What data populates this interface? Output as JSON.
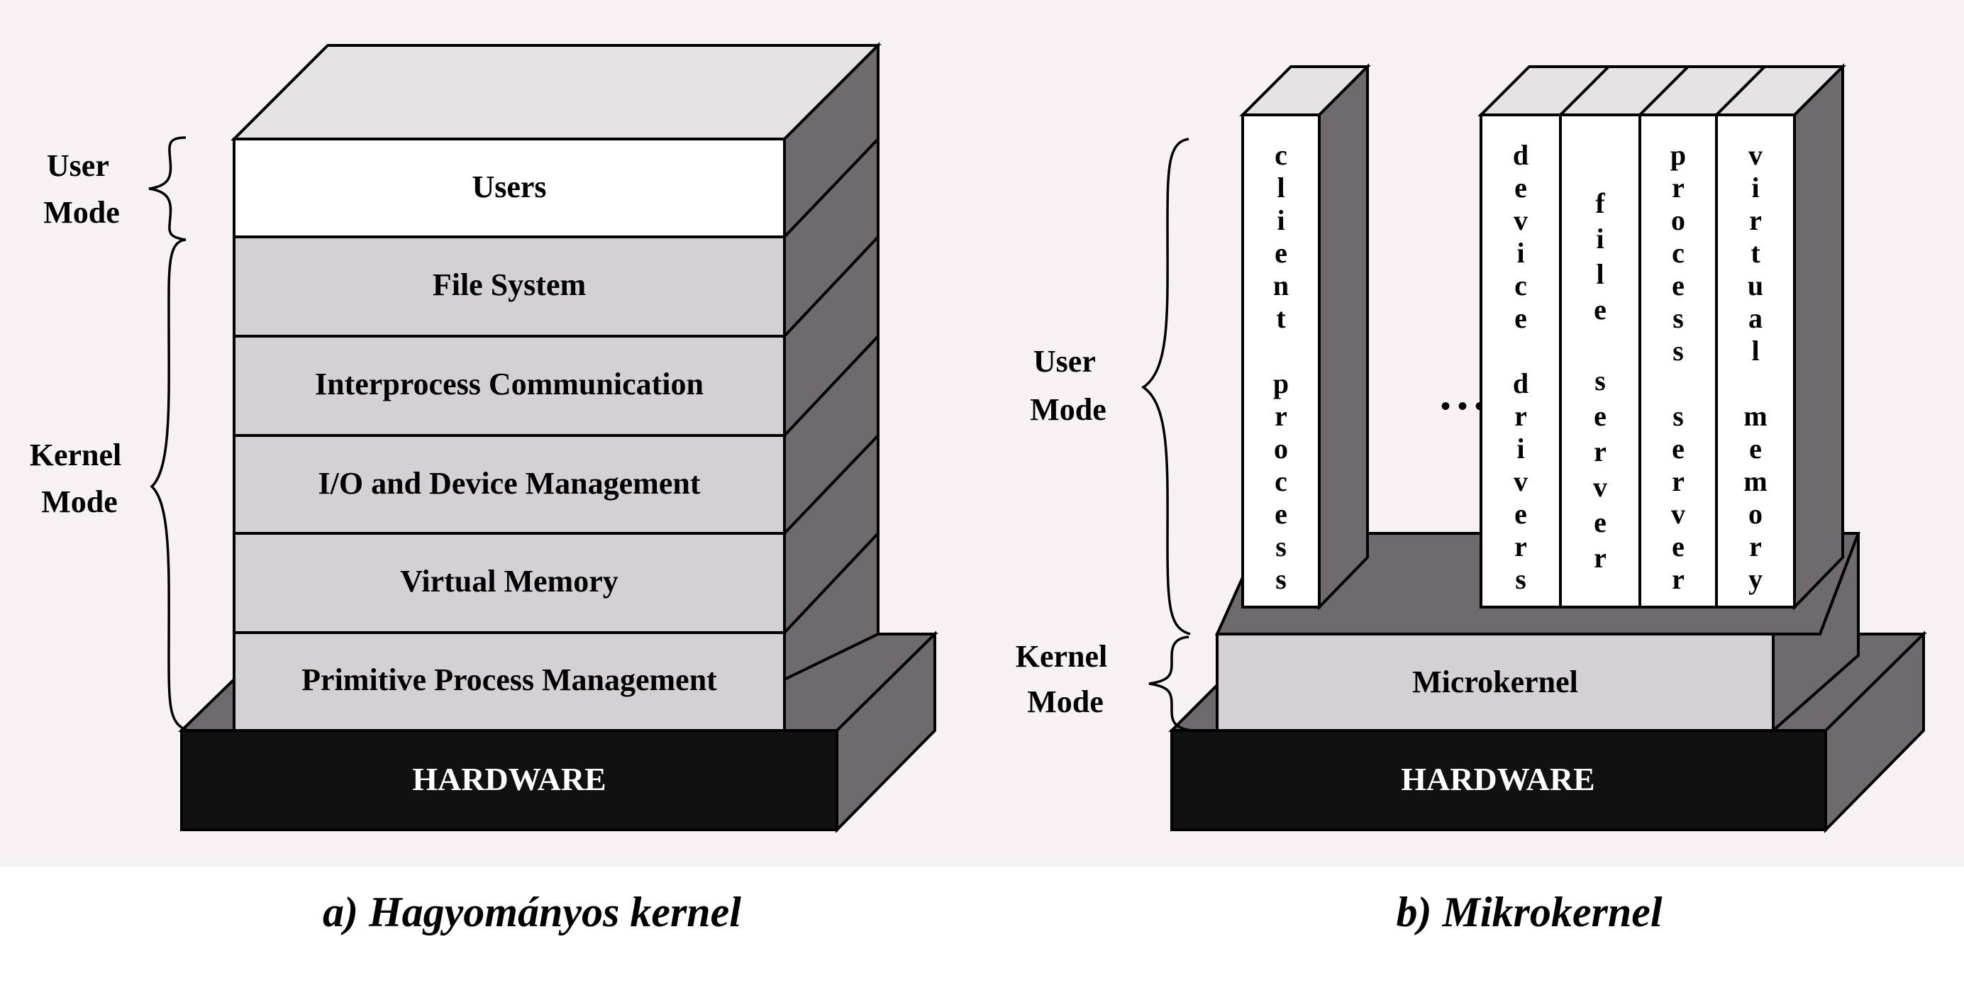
{
  "left": {
    "caption": "a) Hagyományos kernel",
    "mode_labels": {
      "user": [
        "User",
        "Mode"
      ],
      "kernel": [
        "Kernel",
        "Mode"
      ]
    },
    "layers": [
      "Users",
      "File System",
      "Interprocess Communication",
      "I/O and Device Management",
      "Virtual Memory",
      "Primitive Process Management"
    ],
    "hardware": "HARDWARE"
  },
  "right": {
    "caption": "b) Mikrokernel",
    "mode_labels": {
      "user": [
        "User",
        "Mode"
      ],
      "kernel": [
        "Kernel",
        "Mode"
      ]
    },
    "client_column": [
      "c",
      "l",
      "i",
      "e",
      "n",
      "t",
      "",
      "p",
      "r",
      "o",
      "c",
      "e",
      "s",
      "s"
    ],
    "ellipsis": "• • •",
    "server_columns": [
      [
        "d",
        "e",
        "v",
        "i",
        "c",
        "e",
        "",
        "d",
        "r",
        "i",
        "v",
        "e",
        "r",
        "s"
      ],
      [
        "f",
        "i",
        "l",
        "e",
        "",
        "s",
        "e",
        "r",
        "v",
        "e",
        "r"
      ],
      [
        "p",
        "r",
        "o",
        "c",
        "e",
        "s",
        "s",
        "",
        "s",
        "e",
        "r",
        "v",
        "e",
        "r"
      ],
      [
        "v",
        "i",
        "r",
        "t",
        "u",
        "a",
        "l",
        "",
        "m",
        "e",
        "m",
        "o",
        "r",
        "y"
      ]
    ],
    "microkernel": "Microkernel",
    "hardware": "HARDWARE"
  },
  "colors": {
    "background": "#f7f1f3",
    "layer_fill": "#d4d0d3",
    "top_face": "#e6e3e5",
    "side_face": "#6e6a6d",
    "hardware": "#111111",
    "users_layer": "#ffffff"
  }
}
